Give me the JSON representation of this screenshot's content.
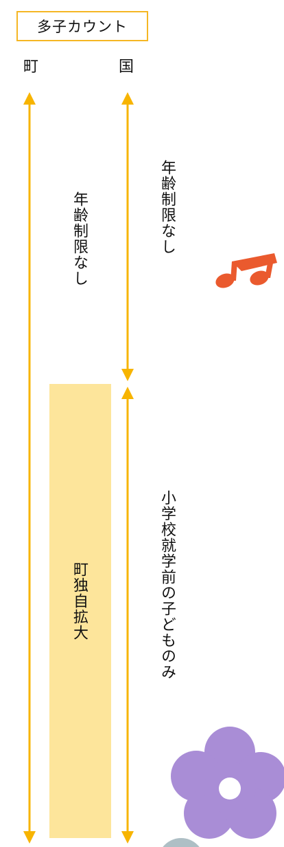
{
  "title": "多子カウント",
  "columns": {
    "left": "町",
    "right": "国"
  },
  "labels": {
    "town_no_age_limit": "年齢制限なし",
    "country_no_age_limit": "年齢制限なし",
    "town_extension": "町独自拡大",
    "preschool_only": "小学校就学前の子どものみ"
  },
  "colors": {
    "arrow": "#f7b400",
    "band": "#fde59b",
    "title_border": "#f5b623",
    "note_icon": "#ea5a2e",
    "flower": "#a98dd6",
    "circle": "#aebfc5"
  },
  "decorations": [
    "music-note-icon",
    "flower-icon",
    "circle-icon"
  ]
}
